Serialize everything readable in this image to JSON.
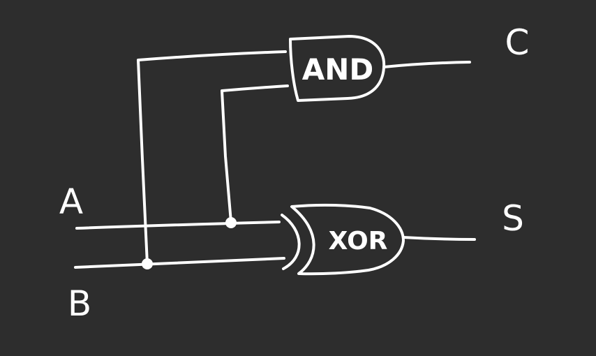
{
  "inputs": {
    "a": "A",
    "b": "B"
  },
  "outputs": {
    "c": "C",
    "s": "S"
  },
  "gates": {
    "and": "AND",
    "xor": "XOR"
  },
  "colors": {
    "background": "#2d2d2d",
    "stroke": "#ffffff"
  }
}
